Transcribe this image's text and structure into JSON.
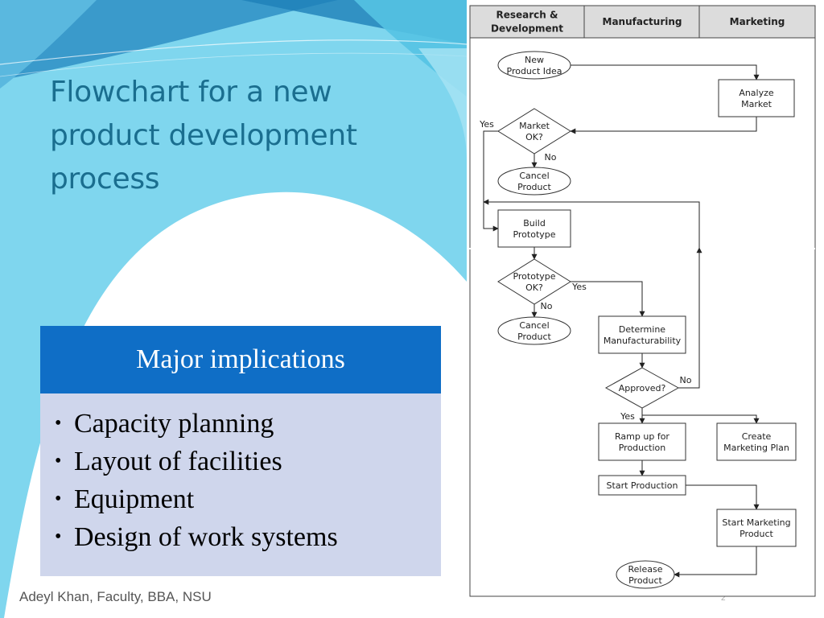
{
  "slide": {
    "title_lines": [
      "Flowchart for a new",
      "product development",
      "process"
    ],
    "footer": "Adeyl Khan, Faculty, BBA, NSU",
    "page_number": "2"
  },
  "box": {
    "header": "Major implications",
    "bullets": [
      "Capacity planning",
      "Layout of facilities",
      "Equipment",
      "Design of work systems"
    ]
  },
  "flowchart": {
    "lanes": [
      [
        "Research &",
        "Development"
      ],
      [
        "Manufacturing"
      ],
      [
        "Marketing"
      ]
    ],
    "nodes": {
      "new_idea": [
        "New",
        "Product Idea"
      ],
      "analyze_market": [
        "Analyze",
        "Market"
      ],
      "market_ok": [
        "Market",
        "OK?"
      ],
      "cancel_1": [
        "Cancel",
        "Product"
      ],
      "build_prototype": [
        "Build",
        "Prototype"
      ],
      "prototype_ok": [
        "Prototype",
        "OK?"
      ],
      "cancel_2": [
        "Cancel",
        "Product"
      ],
      "determine_mfg": [
        "Determine",
        "Manufacturability"
      ],
      "approved": [
        "Approved?"
      ],
      "ramp_up": [
        "Ramp up for",
        "Production"
      ],
      "create_plan": [
        "Create",
        "Marketing Plan"
      ],
      "start_production": [
        "Start Production"
      ],
      "start_marketing": [
        "Start Marketing",
        "Product"
      ],
      "release": [
        "Release",
        "Product"
      ]
    },
    "edge_labels": {
      "market_yes": "Yes",
      "market_no": "No",
      "prototype_yes": "Yes",
      "prototype_no": "No",
      "approved_no": "No",
      "approved_yes": "Yes"
    }
  }
}
